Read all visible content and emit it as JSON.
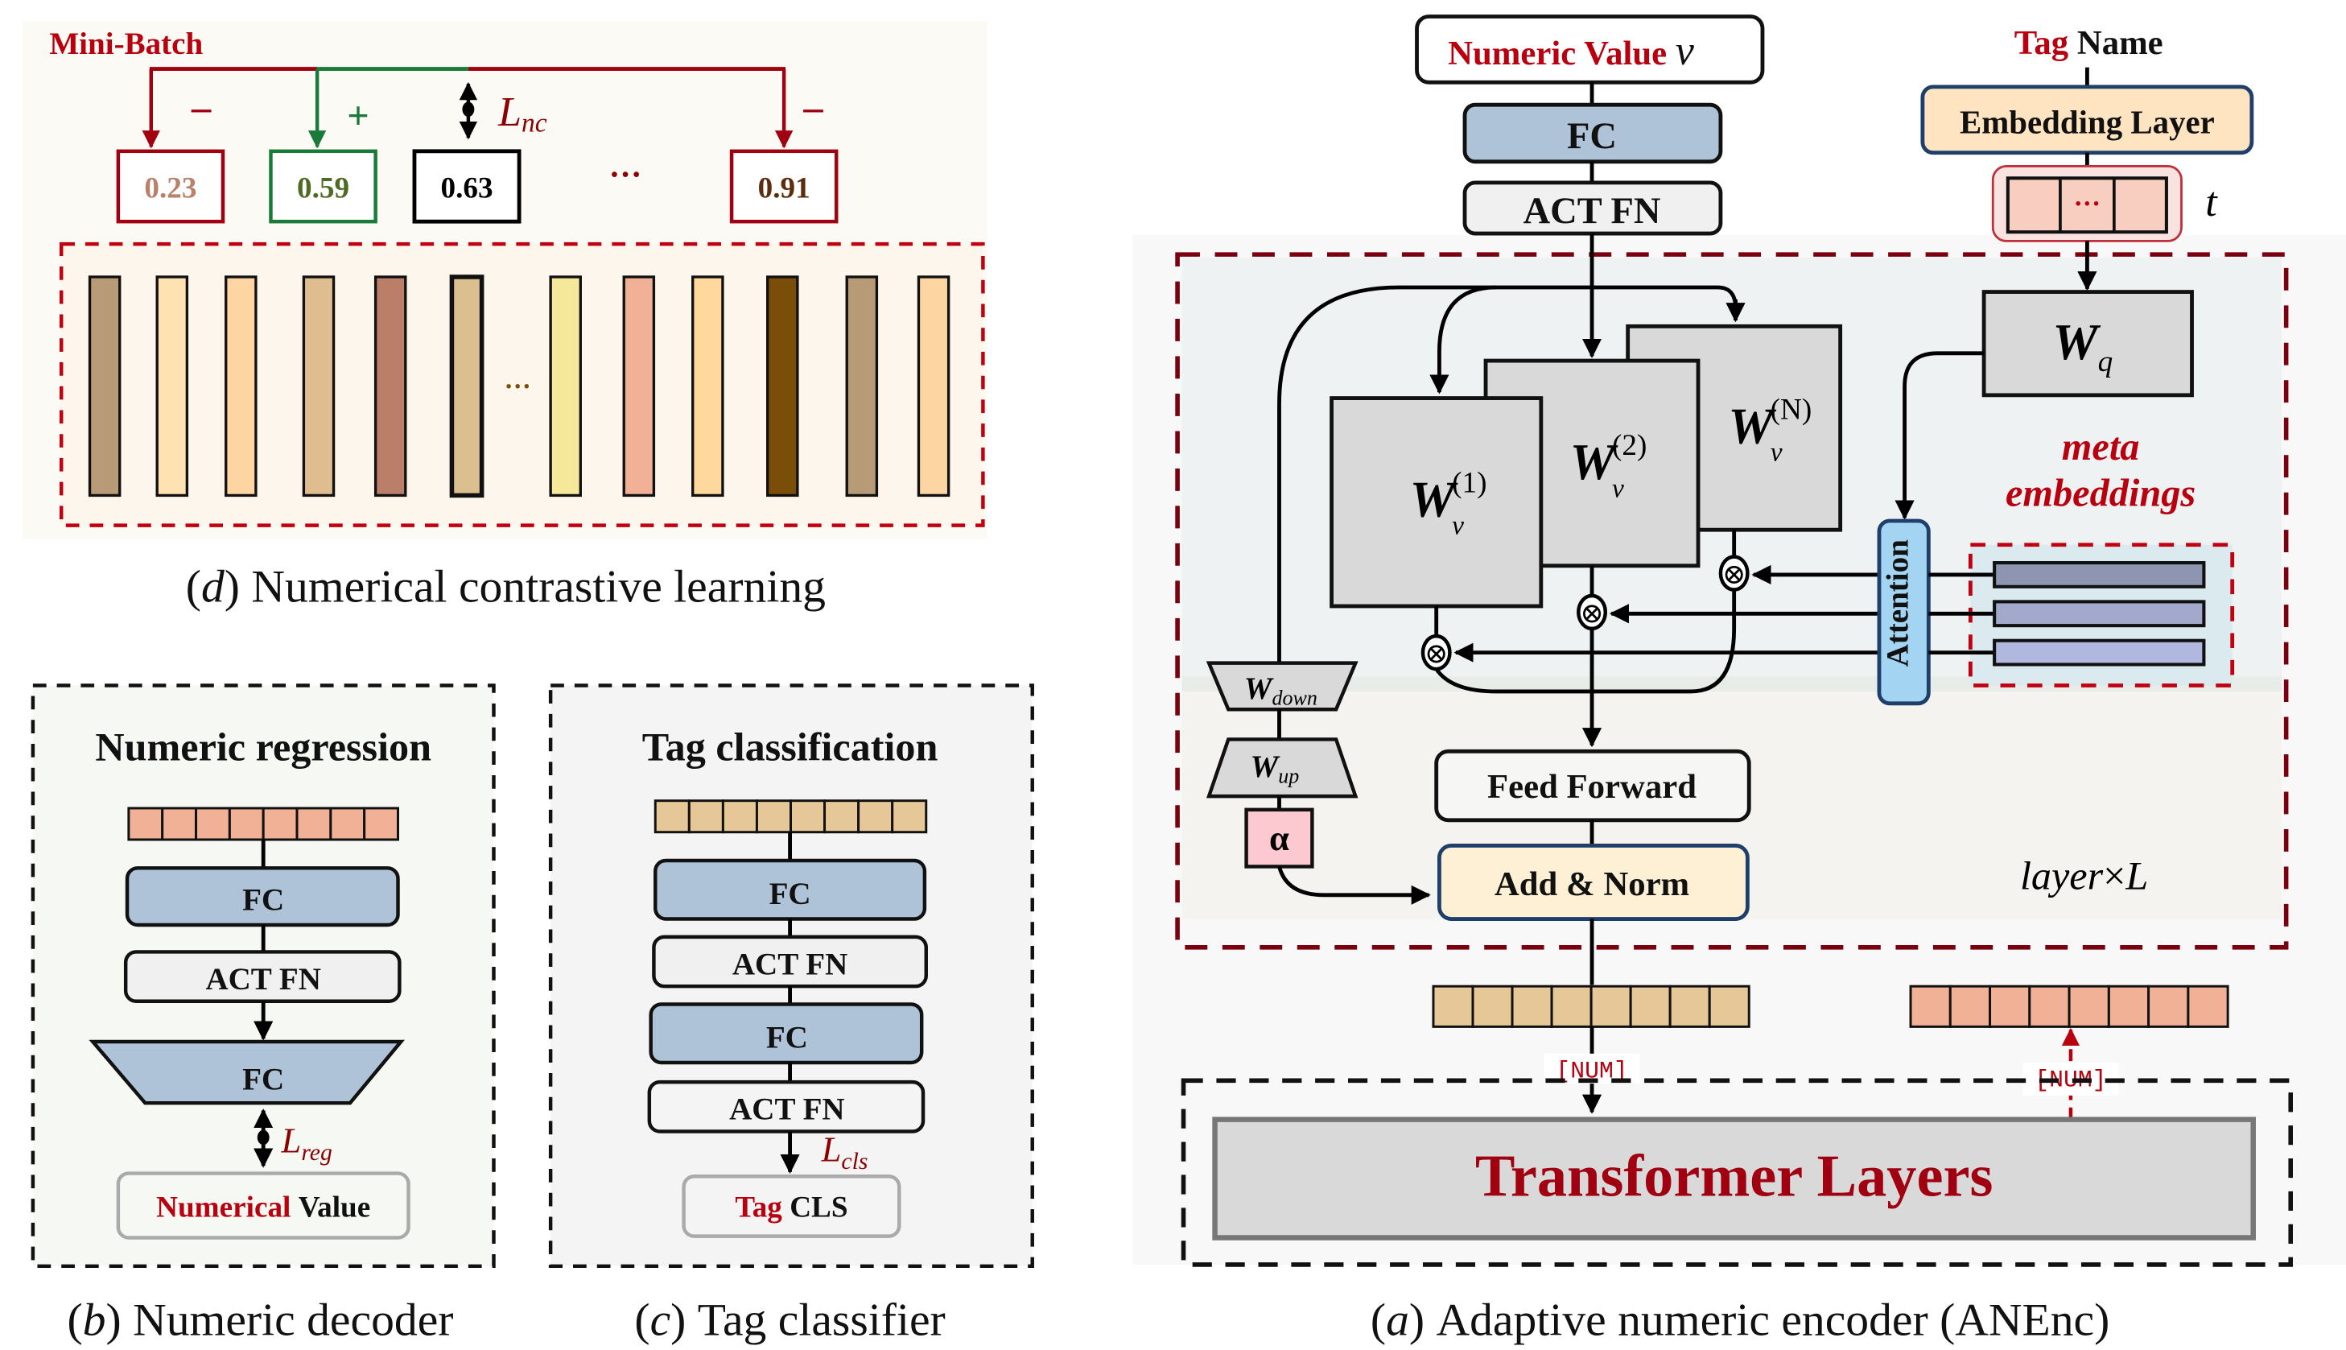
{
  "colors": {
    "accent_red": "#b8000f",
    "dark_red": "#8b0000",
    "green": "#1a7a3a",
    "fc_blue": "#afc3d8",
    "act_grey": "#f0f0f0",
    "embedding_orange": "#ffe4c2",
    "addnorm_yellow": "#fdf0d5",
    "attention_blue": "#a3d4f2",
    "transformer_grey": "#d9d9d9"
  },
  "panel_d": {
    "title": "Mini-Batch",
    "loss_label": "L",
    "loss_sub": "nc",
    "signs": [
      "–",
      "+",
      "–"
    ],
    "values": [
      {
        "text": "0.23",
        "role": "negative",
        "text_color": "#b9806a",
        "border": "#b8000f"
      },
      {
        "text": "0.59",
        "role": "positive",
        "text_color": "#4d6b22",
        "border": "#1a7a3a"
      },
      {
        "text": "0.63",
        "role": "anchor",
        "text_color": "#000000",
        "border": "#000000"
      },
      {
        "text": "0.91",
        "role": "negative",
        "text_color": "#5c2c0e",
        "border": "#b8000f"
      }
    ],
    "value_ellipsis": "···",
    "bar_ellipsis": "···",
    "bars": [
      "#b89a77",
      "#ffe2b1",
      "#fcd5a3",
      "#dfbd8f",
      "#bb7f69",
      "#dcbf8f",
      "#f6e89a",
      "#f1b196",
      "#ffd89d",
      "#7a4e09",
      "#b69b76",
      "#fcd5a3"
    ],
    "caption_letter": "d",
    "caption": "Numerical contrastive learning"
  },
  "panel_b": {
    "title": "Numeric regression",
    "fc1": "FC",
    "act": "ACT FN",
    "fc2": "FC",
    "loss_label": "L",
    "loss_sub": "reg",
    "output_red": "Numerical",
    "output_black": "Value",
    "token_color": "#f0b196",
    "caption_letter": "b",
    "caption": "Numeric decoder"
  },
  "panel_c": {
    "title": "Tag classification",
    "fc1": "FC",
    "act1": "ACT FN",
    "fc2": "FC",
    "act2": "ACT FN",
    "loss_label": "L",
    "loss_sub": "cls",
    "output_red": "Tag",
    "output_black": "CLS",
    "token_color": "#e6c898",
    "caption_letter": "c",
    "caption": "Tag classifier"
  },
  "panel_a": {
    "numeric_value_label": "Numeric Value",
    "numeric_value_var": "v",
    "fc": "FC",
    "act": "ACT FN",
    "tag_red": "Tag",
    "tag_black": "Name",
    "embedding_layer": "Embedding Layer",
    "tag_token_ellipsis": "···",
    "tag_var": "t",
    "wq": "W",
    "wq_sub": "q",
    "wv": [
      {
        "base": "W",
        "sub": "v",
        "sup": "(1)"
      },
      {
        "base": "W",
        "sub": "v",
        "sup": "(2)"
      },
      {
        "base": "W",
        "sub": "v",
        "sup": "(N)"
      }
    ],
    "multiply_symbol": "⊗",
    "meta_line1": "meta",
    "meta_line2": "embeddings",
    "meta_colors": [
      "#8e95b0",
      "#a2a9cc",
      "#b0b8e0"
    ],
    "attention": "Attention",
    "w_down": "W",
    "w_down_sub": "down",
    "w_up": "W",
    "w_up_sub": "up",
    "alpha": "α",
    "feed_forward": "Feed Forward",
    "add_norm": "Add & Norm",
    "layer_label": "layer",
    "layer_times": "×",
    "layer_var": "L",
    "num_token_in": "[NUM]",
    "num_token_out": "[NUM]",
    "token_color_in": "#e6c898",
    "token_color_out": "#f0b196",
    "transformer": "Transformer Layers",
    "caption_letter": "a",
    "caption": "Adaptive numeric encoder (ANEnc)"
  }
}
